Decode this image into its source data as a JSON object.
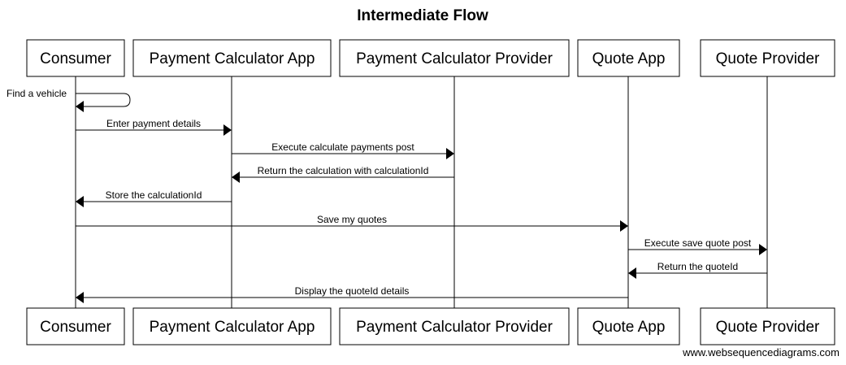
{
  "diagram": {
    "title": "Intermediate Flow",
    "credit": "www.websequencediagrams.com",
    "participants": [
      {
        "id": "consumer",
        "label": "Consumer"
      },
      {
        "id": "calc_app",
        "label": "Payment Calculator App"
      },
      {
        "id": "calc_provider",
        "label": "Payment Calculator Provider"
      },
      {
        "id": "quote_app",
        "label": "Quote App"
      },
      {
        "id": "quote_provider",
        "label": "Quote Provider"
      }
    ],
    "messages": [
      {
        "from": "consumer",
        "to": "consumer",
        "label": "Find a vehicle"
      },
      {
        "from": "consumer",
        "to": "calc_app",
        "label": "Enter payment details"
      },
      {
        "from": "calc_app",
        "to": "calc_provider",
        "label": "Execute calculate payments post"
      },
      {
        "from": "calc_provider",
        "to": "calc_app",
        "label": "Return the calculation with calculationId"
      },
      {
        "from": "calc_app",
        "to": "consumer",
        "label": "Store the calculationId"
      },
      {
        "from": "consumer",
        "to": "quote_app",
        "label": "Save my quotes"
      },
      {
        "from": "quote_app",
        "to": "quote_provider",
        "label": "Execute save quote post"
      },
      {
        "from": "quote_provider",
        "to": "quote_app",
        "label": "Return the quoteId"
      },
      {
        "from": "quote_app",
        "to": "consumer",
        "label": "Display the quoteId details"
      }
    ]
  }
}
